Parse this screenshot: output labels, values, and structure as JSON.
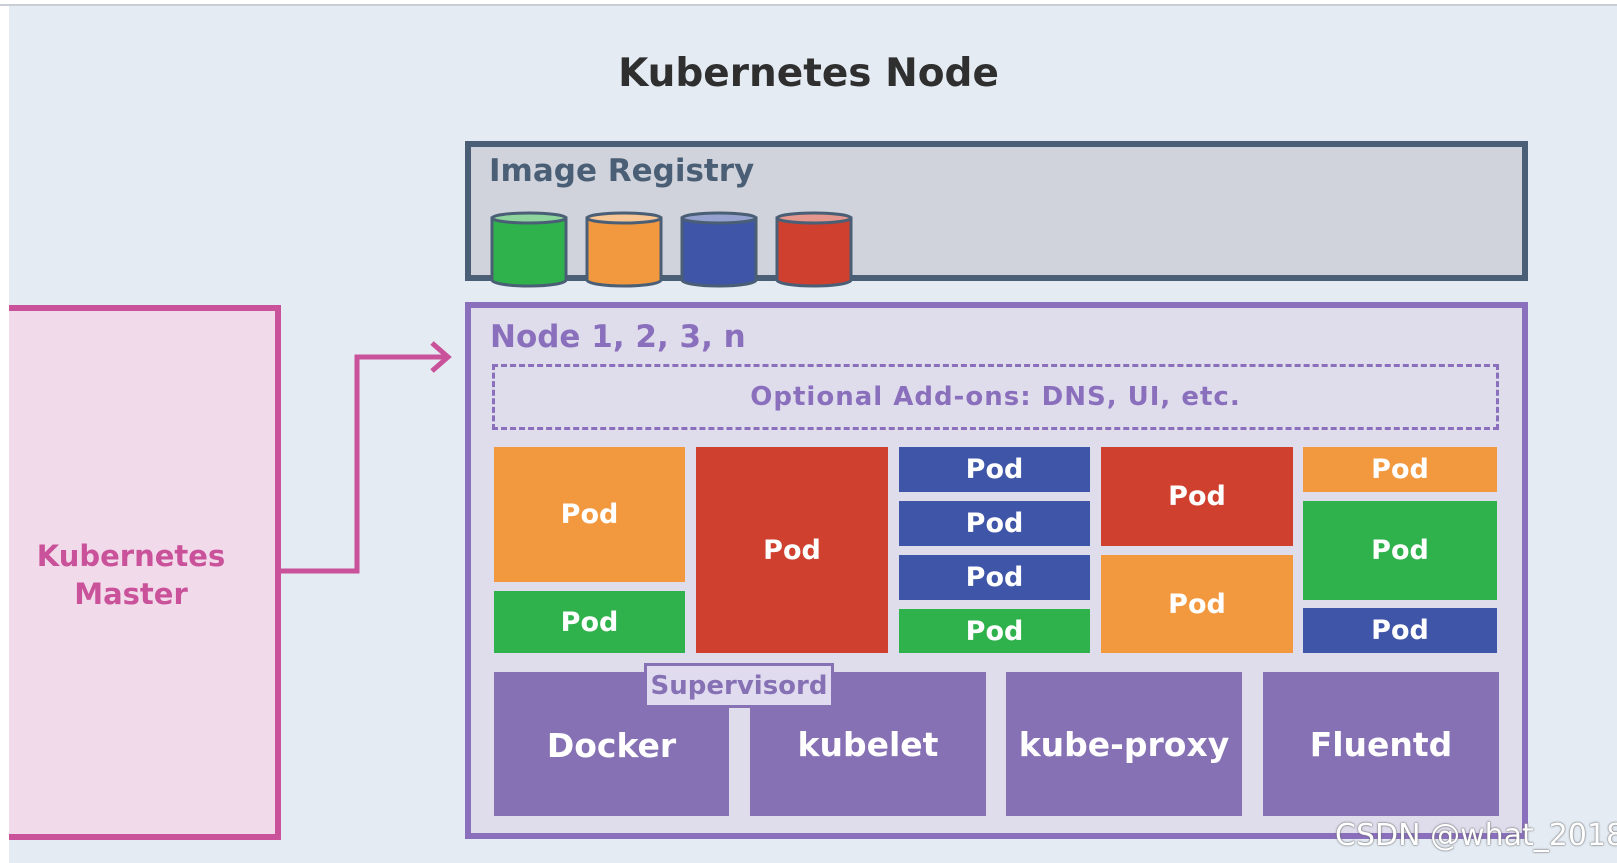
{
  "title": "Kubernetes Node",
  "master": {
    "label_line1": "Kubernetes",
    "label_line2": "Master",
    "color": "#c9529a"
  },
  "registry": {
    "label": "Image Registry",
    "image_colors": [
      "#2fb24c",
      "#f2983f",
      "#3e55a8",
      "#cf402f"
    ]
  },
  "node": {
    "label": "Node 1, 2, 3, n",
    "addons_label": "Optional Add-ons: DNS, UI, etc."
  },
  "pods": [
    {
      "label": "Pod",
      "color": "#f2983f"
    },
    {
      "label": "Pod",
      "color": "#2fb24c"
    },
    {
      "label": "Pod",
      "color": "#cf402f"
    },
    {
      "label": "Pod",
      "color": "#3e55a8"
    },
    {
      "label": "Pod",
      "color": "#3e55a8"
    },
    {
      "label": "Pod",
      "color": "#3e55a8"
    },
    {
      "label": "Pod",
      "color": "#2fb24c"
    },
    {
      "label": "Pod",
      "color": "#cf402f"
    },
    {
      "label": "Pod",
      "color": "#f2983f"
    },
    {
      "label": "Pod",
      "color": "#f2983f"
    },
    {
      "label": "Pod",
      "color": "#2fb24c"
    },
    {
      "label": "Pod",
      "color": "#3e55a8"
    }
  ],
  "components": {
    "supervisord": "Supervisord",
    "docker": "Docker",
    "kubelet": "kubelet",
    "kube_proxy": "kube-proxy",
    "fluentd": "Fluentd"
  },
  "watermark": "CSDN @what_2018"
}
